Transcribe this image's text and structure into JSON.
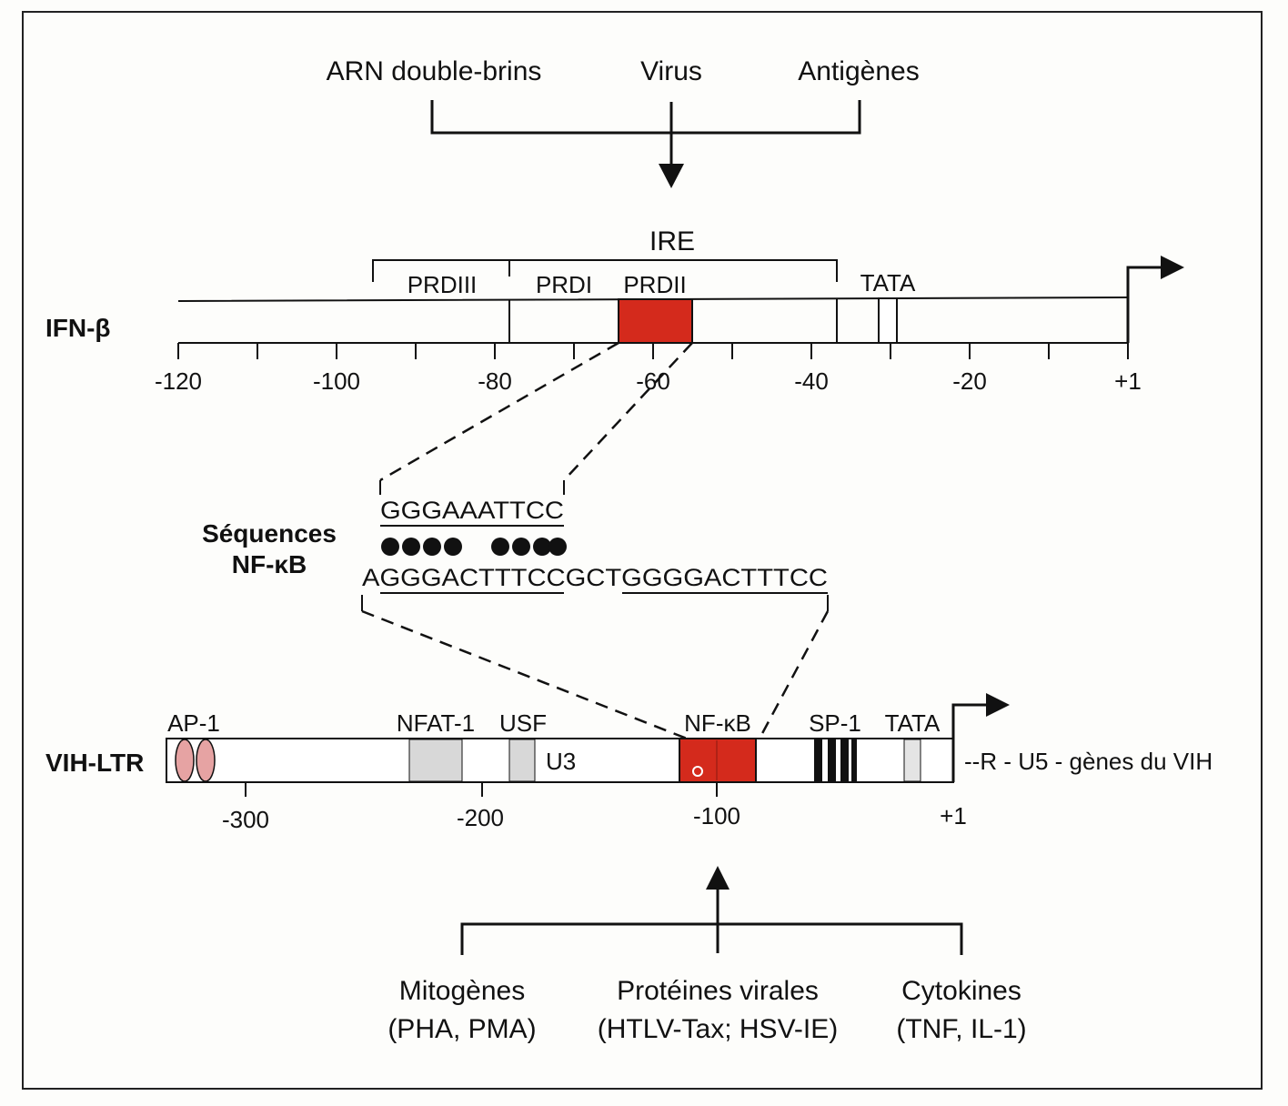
{
  "inducers_top": {
    "left": "ARN double-brins",
    "center": "Virus",
    "right": "Antigènes"
  },
  "ifn": {
    "gene_label": "IFN-β",
    "ire_label": "IRE",
    "regions": {
      "prdiii": "PRDIII",
      "prdi": "PRDI",
      "prdii": "PRDII",
      "tata": "TATA"
    },
    "axis_ticks": [
      "-120",
      "-100",
      "-80",
      "-60",
      "-40",
      "-20",
      "+1"
    ]
  },
  "nfkb": {
    "title_line1": "Séquences",
    "title_line2": "NF-κB",
    "seq_ifn": "GGGAAATTCC",
    "seq_vih": "AGGGACTTTCCGCTGGGGACTTTCC"
  },
  "vih": {
    "gene_label": "VIH-LTR",
    "sites": {
      "ap1": "AP-1",
      "nfat1": "NFAT-1",
      "usf": "USF",
      "u3": "U3",
      "nfkb": "NF-κB",
      "sp1": "SP-1",
      "tata": "TATA"
    },
    "downstream": "--R - U5 - gènes du VIH",
    "axis_ticks": [
      "-300",
      "-200",
      "-100",
      "+1"
    ]
  },
  "inducers_bottom": {
    "left_line1": "Mitogènes",
    "left_line2": "(PHA, PMA)",
    "center_line1": "Protéines virales",
    "center_line2": "(HTLV-Tax; HSV-IE)",
    "right_line1": "Cytokines",
    "right_line2": "(TNF, IL-1)"
  },
  "colors": {
    "nfkb_red": "#d42a1c",
    "ap1_pink": "#e6a3a3",
    "grey_site": "#d8d8d8",
    "line": "#111111"
  }
}
